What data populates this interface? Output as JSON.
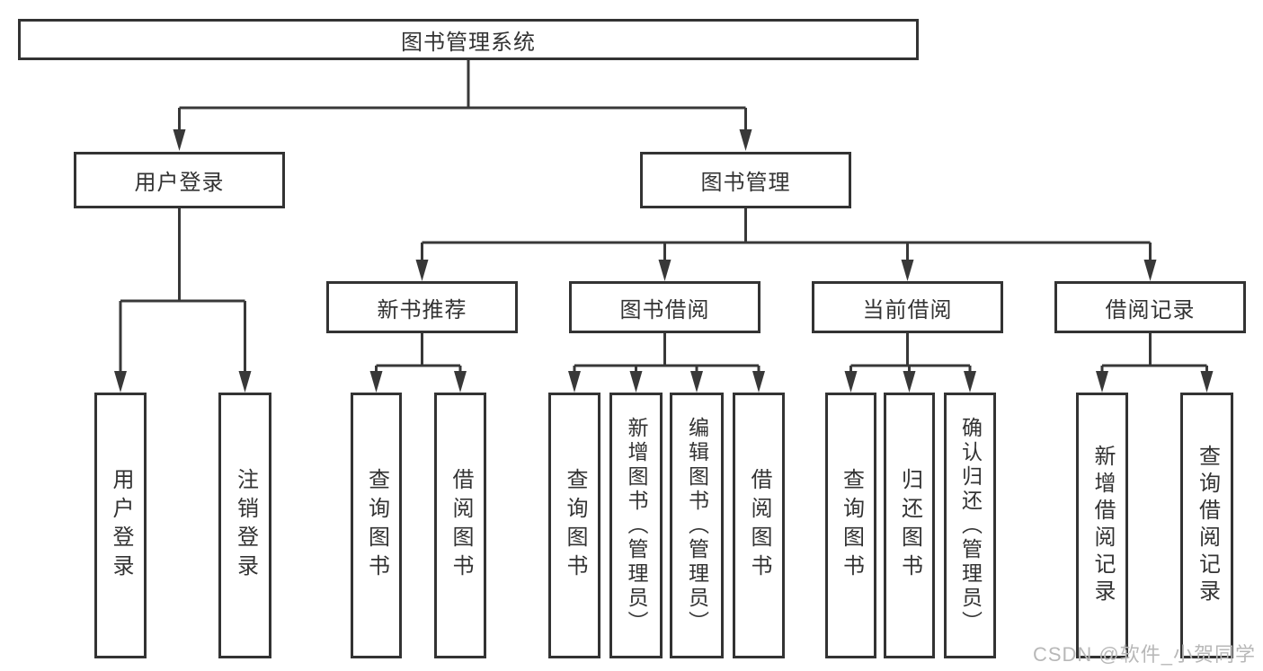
{
  "colors": {
    "line": "#383838",
    "box_border": "#333333",
    "text": "#333333",
    "watermark": "#b8b8b8",
    "background": "#ffffff"
  },
  "watermark": "CSDN @软件_小贺同学",
  "tree": {
    "title": "图书管理系统",
    "children": [
      {
        "label": "用户登录",
        "children": [
          "用户登录",
          "注销登录"
        ]
      },
      {
        "label": "图书管理",
        "children": [
          {
            "label": "新书推荐",
            "children": [
              "查询图书",
              "借阅图书"
            ]
          },
          {
            "label": "图书借阅",
            "children": [
              "查询图书",
              "新增图书（管理员）",
              "编辑图书（管理员）",
              "借阅图书"
            ]
          },
          {
            "label": "当前借阅",
            "children": [
              "查询图书",
              "归还图书",
              "确认归还（管理员）"
            ]
          },
          {
            "label": "借阅记录",
            "children": [
              "新增借阅记录",
              "查询借阅记录"
            ]
          }
        ]
      }
    ]
  }
}
